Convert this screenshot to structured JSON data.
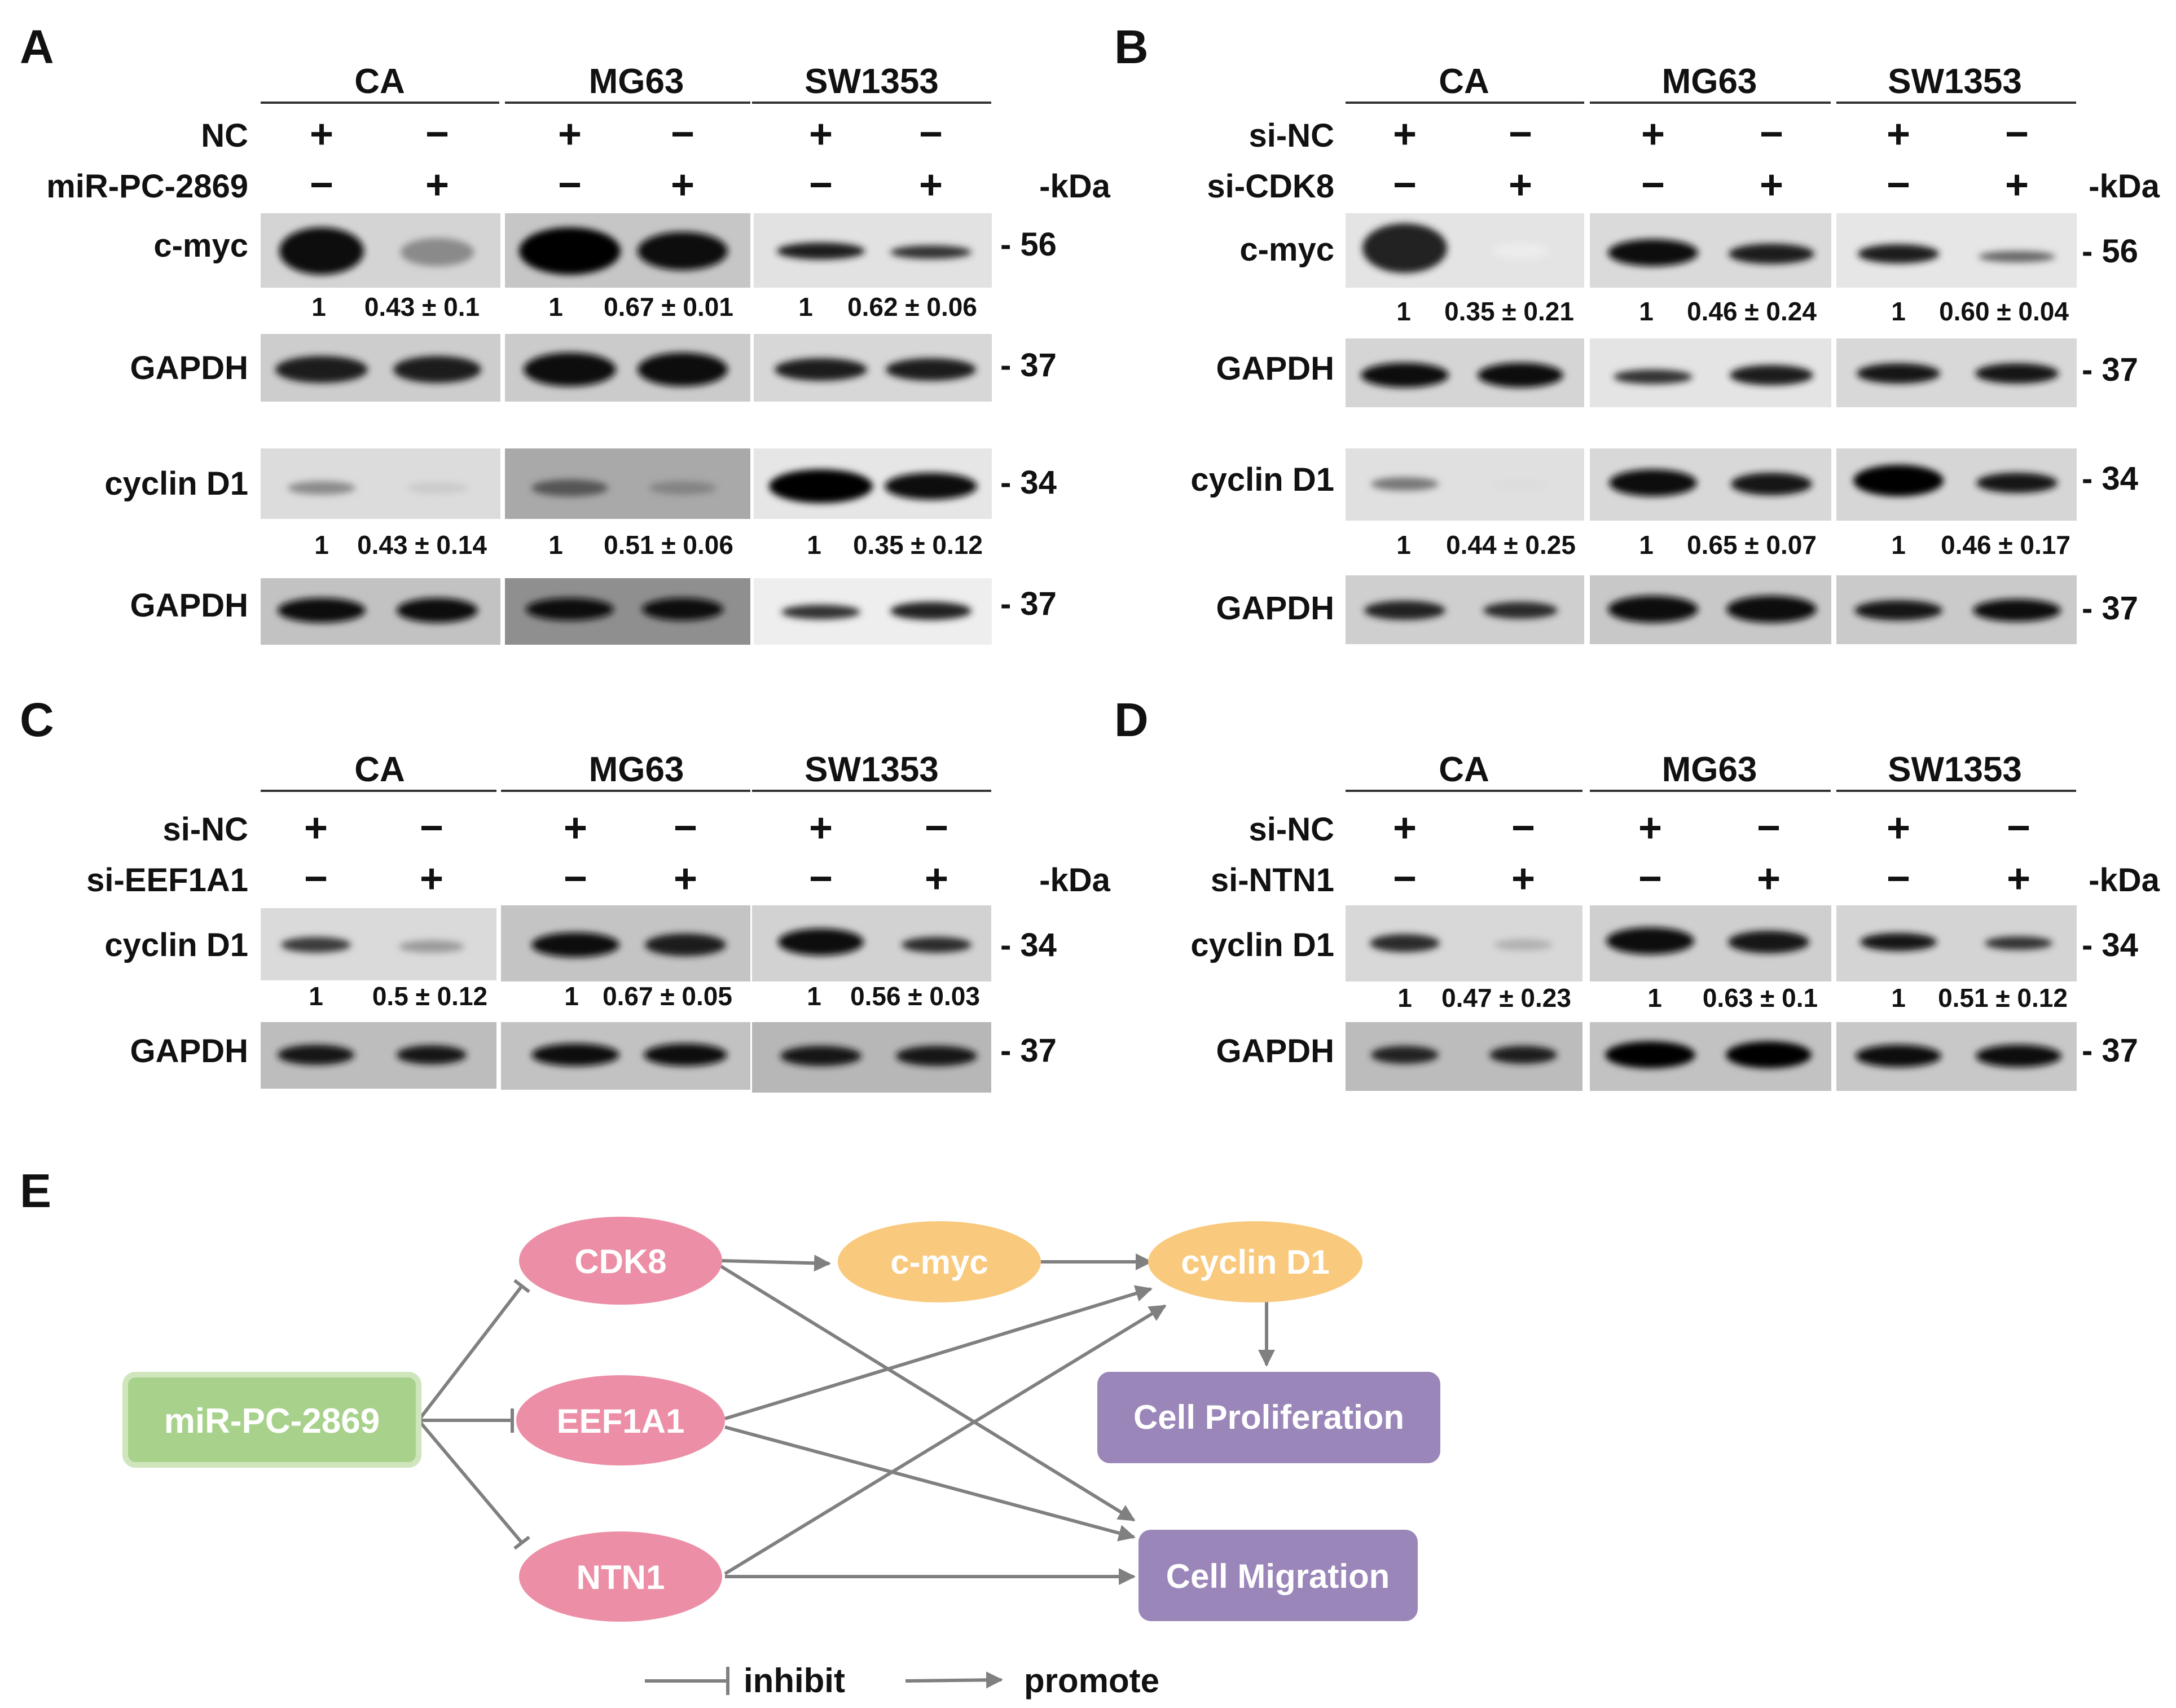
{
  "panels": [
    {
      "letter": "A",
      "cells": [
        "CA",
        "MG63",
        "SW1353"
      ],
      "row1": {
        "label": "NC",
        "marks": [
          "+",
          "−",
          "+",
          "−",
          "+",
          "−"
        ]
      },
      "row2": {
        "label": "miR-PC-2869",
        "marks": [
          "−",
          "+",
          "−",
          "+",
          "−",
          "+"
        ]
      },
      "kda": "-kDa",
      "blots": [
        {
          "label": "c-myc",
          "size": "- 56"
        },
        {
          "label": "GAPDH",
          "size": "- 37"
        },
        {
          "label": "cyclin D1",
          "size": "- 34"
        },
        {
          "label": "GAPDH",
          "size": "- 37"
        }
      ],
      "quant": [
        [
          "1",
          "0.43 ± 0.1",
          "1",
          "0.67 ± 0.01",
          "1",
          "0.62 ± 0.06"
        ],
        [
          "1",
          "0.43 ± 0.14",
          "1",
          "0.51 ± 0.06",
          "1",
          "0.35 ± 0.12"
        ]
      ]
    },
    {
      "letter": "B",
      "cells": [
        "CA",
        "MG63",
        "SW1353"
      ],
      "row1": {
        "label": "si-NC",
        "marks": [
          "+",
          "−",
          "+",
          "−",
          "+",
          "−"
        ]
      },
      "row2": {
        "label": "si-CDK8",
        "marks": [
          "−",
          "+",
          "−",
          "+",
          "−",
          "+"
        ]
      },
      "kda": "-kDa",
      "blots": [
        {
          "label": "c-myc",
          "size": "- 56"
        },
        {
          "label": "GAPDH",
          "size": "- 37"
        },
        {
          "label": "cyclin D1",
          "size": "- 34"
        },
        {
          "label": "GAPDH",
          "size": "- 37"
        }
      ],
      "quant": [
        [
          "1",
          "0.35 ± 0.21",
          "1",
          "0.46 ± 0.24",
          "1",
          "0.60 ± 0.04"
        ],
        [
          "1",
          "0.44 ± 0.25",
          "1",
          "0.65 ± 0.07",
          "1",
          "0.46 ± 0.17"
        ]
      ]
    },
    {
      "letter": "C",
      "cells": [
        "CA",
        "MG63",
        "SW1353"
      ],
      "row1": {
        "label": "si-NC",
        "marks": [
          "+",
          "−",
          "+",
          "−",
          "+",
          "−"
        ]
      },
      "row2": {
        "label": "si-EEF1A1",
        "marks": [
          "−",
          "+",
          "−",
          "+",
          "−",
          "+"
        ]
      },
      "kda": "-kDa",
      "blots": [
        {
          "label": "cyclin D1",
          "size": "- 34"
        },
        {
          "label": "GAPDH",
          "size": "- 37"
        }
      ],
      "quant": [
        [
          "1",
          "0.5 ± 0.12",
          "1",
          "0.67 ± 0.05",
          "1",
          "0.56 ± 0.03"
        ]
      ]
    },
    {
      "letter": "D",
      "cells": [
        "CA",
        "MG63",
        "SW1353"
      ],
      "row1": {
        "label": "si-NC",
        "marks": [
          "+",
          "−",
          "+",
          "−",
          "+",
          "−"
        ]
      },
      "row2": {
        "label": "si-NTN1",
        "marks": [
          "−",
          "+",
          "−",
          "+",
          "−",
          "+"
        ]
      },
      "kda": "-kDa",
      "blots": [
        {
          "label": "cyclin D1",
          "size": "- 34"
        },
        {
          "label": "GAPDH",
          "size": "- 37"
        }
      ],
      "quant": [
        [
          "1",
          "0.47 ± 0.23",
          "1",
          "0.63 ± 0.1",
          "1",
          "0.51 ± 0.12"
        ]
      ]
    }
  ],
  "diagram": {
    "letter": "E",
    "nodes": {
      "mir": "miR-PC-2869",
      "cdk8": "CDK8",
      "eef1a1": "EEF1A1",
      "ntn1": "NTN1",
      "cmyc": "c-myc",
      "cyclin": "cyclin D1",
      "prolif": "Cell Proliferation",
      "migr": "Cell Migration"
    },
    "legend": {
      "inhibit": "inhibit",
      "promote": "promote"
    },
    "colors": {
      "mir_fill": "#a8d28c",
      "mir_border": "#cfe6bd",
      "gene_fill": "#ec8ea6",
      "cmyc_fill": "#f9c97d",
      "outcome_fill": "#9a86b8",
      "edge": "#808080",
      "node_text": "#ffffff"
    }
  }
}
